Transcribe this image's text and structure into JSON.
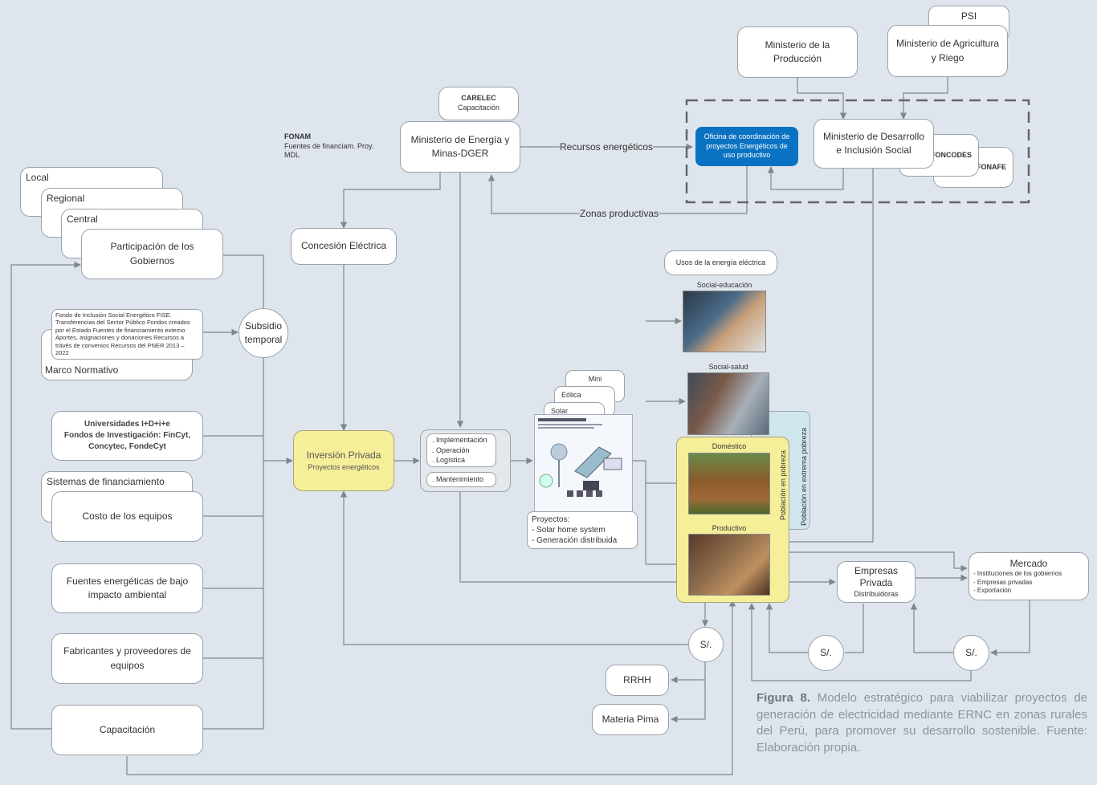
{
  "nodes": {
    "psi": "PSI",
    "min_produccion": "Ministerio de la Producción",
    "min_agricultura": "Ministerio de Agricultura y Riego",
    "carelec_title": "CARELEC",
    "carelec_sub": "Capacitación",
    "fonam_title": "FONAM",
    "fonam_sub": "Fuentes de financiam. Proy. MDL",
    "min_energia": "Ministerio de Energía y Minas-DGER",
    "oficina": "Oficina de coordinación de proyectos Energéticos de uso productivo",
    "min_desarrollo": "Ministerio de Desarrollo e Inclusión Social",
    "foncodes": "FONCODES",
    "fonafe": "FONAFE",
    "local": "Local",
    "regional": "Regional",
    "central": "Central",
    "participacion": "Participación de los Gobiernos",
    "concesion": "Concesión Eléctrica",
    "usos": "Usos de la energía eléctrica",
    "subsidio": "Subsidio temporal",
    "fondo_text": "Fondo de Inclusión Social Energético FISE. Transferencias del Sector Público Fondos creados por el Estado Fuentes de financiamiento externo Aportes, asignaciones y donaciones Recursos a través de convenios Recursos del PNER 2013 – 2022",
    "marco": "Marco Normativo",
    "universidades_1": "Universidades I+D+i+e",
    "universidades_2": "Fondos de Investigación: FinCyt, Concytec, FondeCyt",
    "sistemas": "Sistemas de financiamiento",
    "costo": "Costo de los equipos",
    "fuentes_bajo": "Fuentes energéticas de bajo impacto ambiental",
    "fabricantes": "Fabricantes y proveedores de equipos",
    "capacitacion": "Capacitación",
    "inversion_title": "Inversión Privada",
    "inversion_sub": "Proyectos energéticos",
    "ops_1": ". Implementación",
    "ops_2": ". Operación",
    "ops_3": ". Logística",
    "mantenimiento": ". Mantenimiento",
    "mini_hidraulica": "Mini hidráulica",
    "eolica": "Eólica",
    "solar": "Solar",
    "proyectos_1": "Proyectos:",
    "proyectos_2": "- Solar home system",
    "proyectos_3": "- Generación distribuida",
    "social_educacion": "Social-educación",
    "social_salud": "Social-salud",
    "domestico": "Doméstico",
    "productivo": "Productivo",
    "poblacion_pobreza": "Población en pobreza",
    "poblacion_extrema": "Población en extrema pobreza",
    "empresas_title": "Empresas Privada",
    "empresas_sub": "Distribuidoras",
    "mercado_title": "Mercado",
    "mercado_1": "- Instituciones de los gobiernos",
    "mercado_2": "- Empresas privadas",
    "mercado_3": "- Exportación",
    "soles": "S/.",
    "rrhh": "RRHH",
    "materia": "Materia Pima"
  },
  "edge_labels": {
    "recursos": "Recursos energéticos",
    "zonas": "Zonas productivas"
  },
  "caption": {
    "label": "Figura 8.",
    "text": "Modelo estratégico para viabilizar proyectos de generación de electricidad mediante ERNC en zonas rurales del Perú, para promover su desarrollo sostenible. Fuente: Elaboración propia."
  },
  "colors": {
    "background": "#dfe5ec",
    "oficina": "#0a72c2",
    "highlight": "#f5ef9a",
    "light_blue": "#cfe6ef"
  }
}
